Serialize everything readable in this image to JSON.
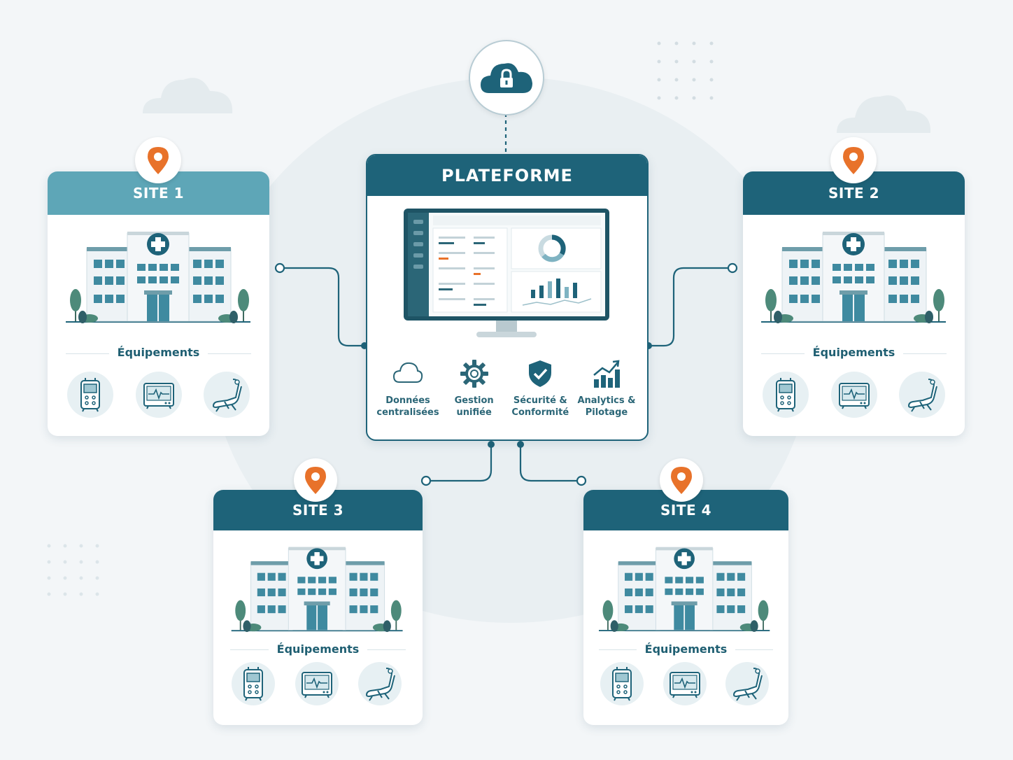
{
  "platform": {
    "title": "PLATEFORME",
    "features": [
      {
        "label_line1": "Données",
        "label_line2": "centralisées",
        "icon": "cloud-icon"
      },
      {
        "label_line1": "Gestion",
        "label_line2": "unifiée",
        "icon": "gear-icon"
      },
      {
        "label_line1": "Sécurité &",
        "label_line2": "Conformité",
        "icon": "shield-check-icon"
      },
      {
        "label_line1": "Analytics &",
        "label_line2": "Pilotage",
        "icon": "bar-chart-arrow-icon"
      }
    ]
  },
  "sites": [
    {
      "title": "SITE 1",
      "equipment_label": "Équipements"
    },
    {
      "title": "SITE 2",
      "equipment_label": "Équipements"
    },
    {
      "title": "SITE 3",
      "equipment_label": "Équipements"
    },
    {
      "title": "SITE 4",
      "equipment_label": "Équipements"
    }
  ],
  "icons": {
    "top": "cloud-lock-icon",
    "site_pin": "location-pin-icon",
    "site_building": "hospital-building-icon",
    "equipment": [
      "infusion-pump-icon",
      "patient-monitor-icon",
      "medical-chair-icon"
    ]
  },
  "colors": {
    "primary": "#1e6379",
    "light_header": "#5ea6b7",
    "accent_pin": "#e8722a",
    "background": "#f3f6f8"
  }
}
